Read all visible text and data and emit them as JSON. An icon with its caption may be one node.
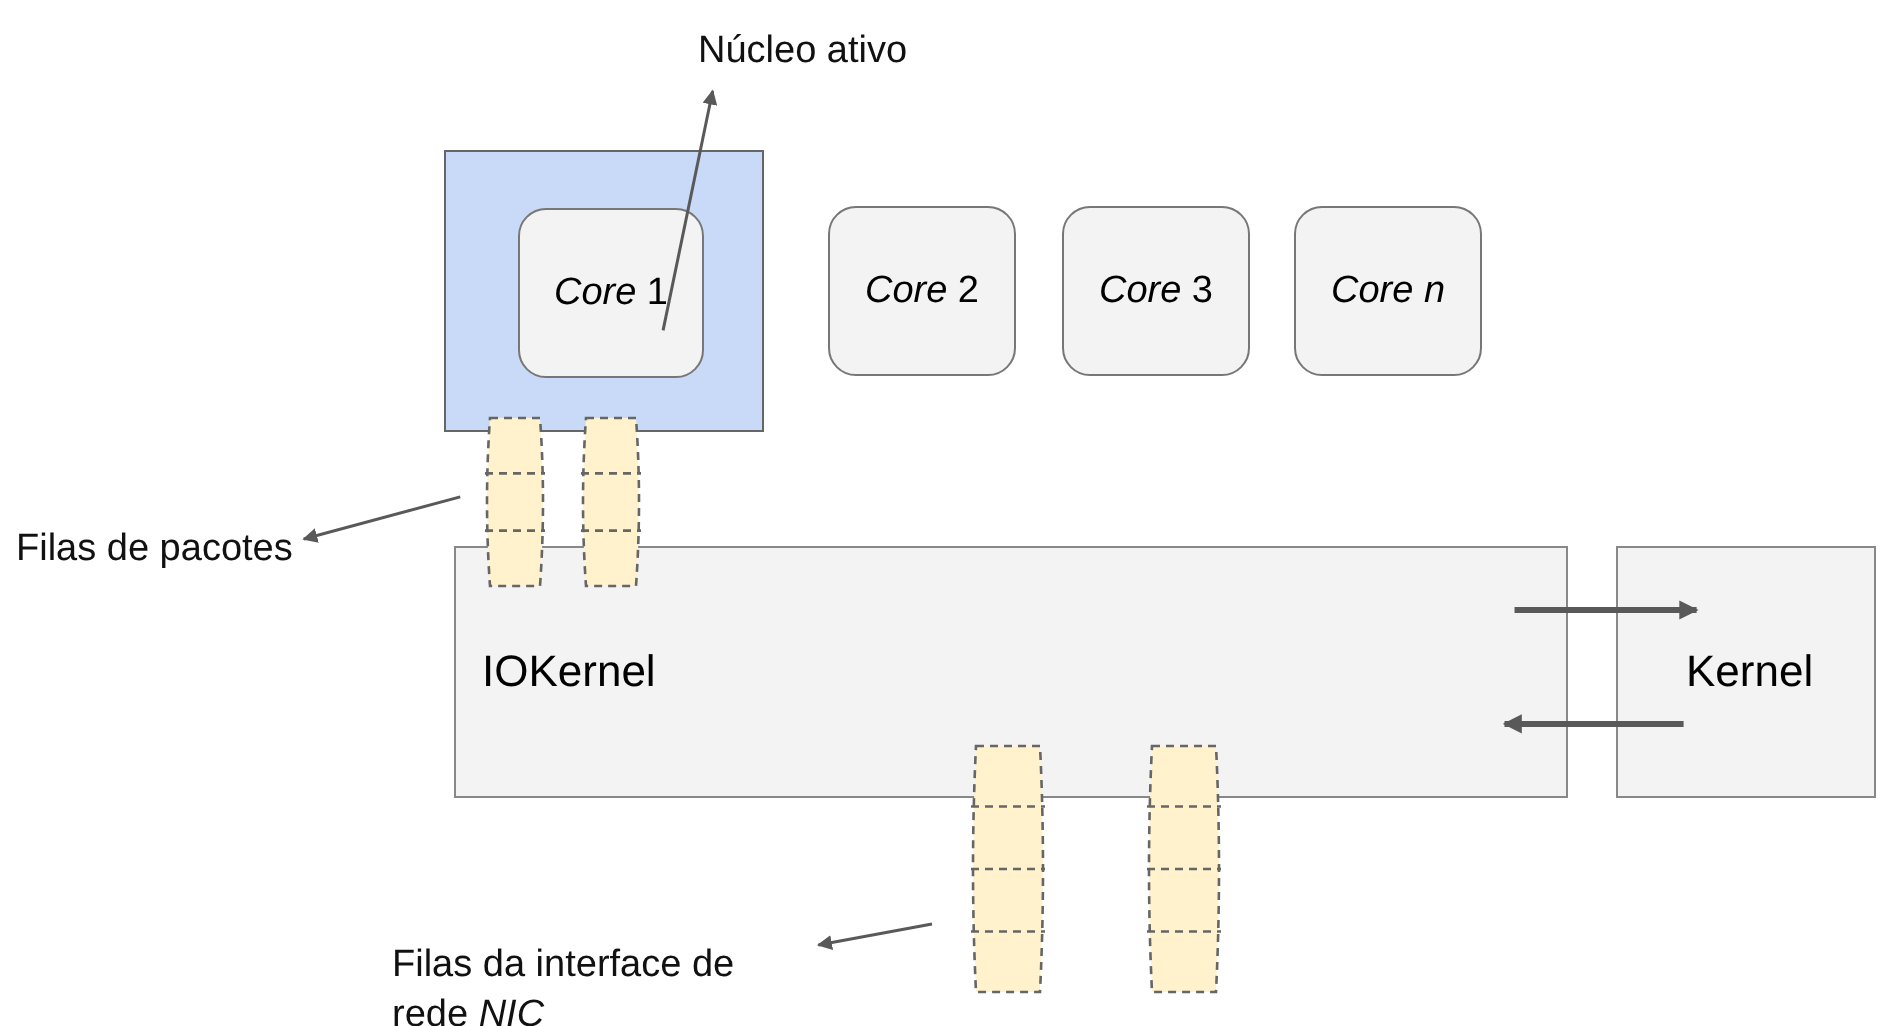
{
  "diagram": {
    "nodes": [
      {
        "text": [],
        "shape": "box"
      },
      {
        "text": [
          "*Core* 1"
        ],
        "in": 0
      },
      {
        "text": [
          "*Core* 2"
        ]
      },
      {
        "text": [
          "*Core* 3"
        ]
      },
      {
        "text": [
          "Core n"
        ]
      },
      {
        "text": [
          "IOKernel"
        ]
      },
      {
        "text": [
          "Kernel"
        ]
      },
      {
        "text": [
          "Núcleo ativo"
        ]
      },
      {
        "text": [
          "Filas de pacotes"
        ]
      },
      {
        "text": [
          "Filas da interface de rede *NIC*"
        ]
      },
      {
        "text": [],
        "shape": "bar"
      },
      {
        "text": [],
        "shape": "bar"
      },
      {
        "text": [],
        "shape": "bar"
      },
      {
        "text": [],
        "shape": "bar"
      }
    ],
    "edges": [
      {
        "from": 1,
        "to": 7,
        "arrow": "to"
      },
      {
        "from": 10,
        "to": 8,
        "arrow": "to"
      },
      {
        "from": 12,
        "to": 9,
        "arrow": "to"
      },
      {
        "from": 5,
        "to": 6,
        "arrow": "to",
        "style": "thick"
      },
      {
        "from": 6,
        "to": 5,
        "arrow": "to",
        "style": "thick"
      }
    ]
  }
}
